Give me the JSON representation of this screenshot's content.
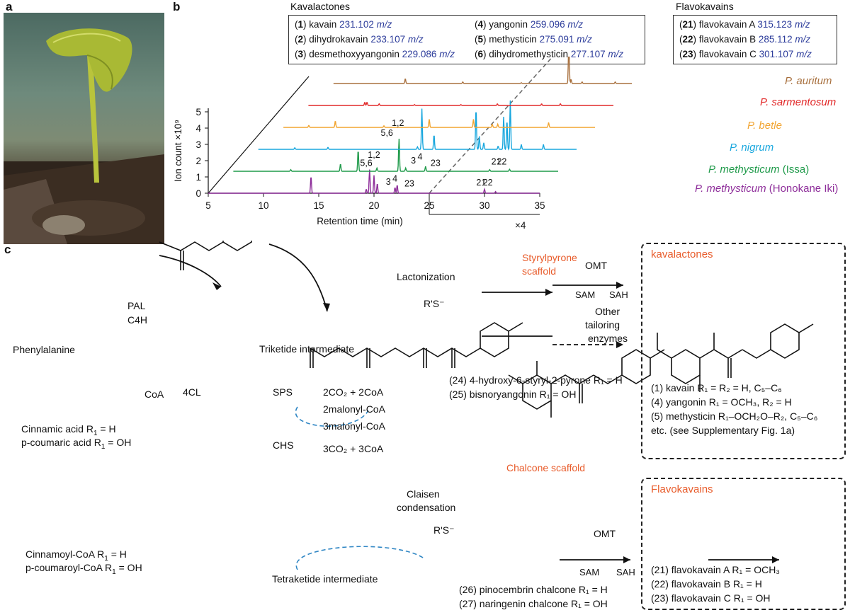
{
  "panels": {
    "a": "a",
    "b": "b",
    "c": "c"
  },
  "legend": {
    "kavalactones_title": "Kavalactones",
    "flavokavains_title": "Flavokavains",
    "kavalactones": [
      {
        "num": "1",
        "name": "kavain",
        "mz": "231.102"
      },
      {
        "num": "2",
        "name": "dihydrokavain",
        "mz": "233.107"
      },
      {
        "num": "3",
        "name": "desmethoxyyangonin",
        "mz": "229.086"
      },
      {
        "num": "4",
        "name": "yangonin",
        "mz": "259.096"
      },
      {
        "num": "5",
        "name": "methysticin",
        "mz": "275.091"
      },
      {
        "num": "6",
        "name": "dihydromethysticin",
        "mz": "277.107"
      }
    ],
    "flavokavains": [
      {
        "num": "21",
        "name": "flavokavain A",
        "mz": "315.123"
      },
      {
        "num": "22",
        "name": "flavokavain B",
        "mz": "285.112"
      },
      {
        "num": "23",
        "name": "flavokavain C",
        "mz": "301.107"
      }
    ],
    "mz_unit": "m/z"
  },
  "chart_data": {
    "type": "line",
    "xlabel": "Retention time (min)",
    "ylabel": "Ion count ×10⁹",
    "x_ticks": [
      "5",
      "10",
      "15",
      "20",
      "25",
      "30",
      "35"
    ],
    "y_ticks": [
      "0",
      "1",
      "2",
      "3",
      "4",
      "5"
    ],
    "xlim": [
      5,
      35
    ],
    "ylim": [
      0,
      5
    ],
    "zoom_label": "×4",
    "zoom_range": [
      25,
      35
    ],
    "series": [
      {
        "name": "P. methysticum (Honokane Iki)",
        "color": "#8e2e9a",
        "peaks": [
          [
            14.3,
            1.05
          ],
          [
            19.3,
            0.25
          ],
          [
            19.6,
            1.45
          ],
          [
            20.0,
            1.1
          ],
          [
            20.3,
            0.6
          ],
          [
            21.9,
            0.35
          ],
          [
            22.1,
            0.5
          ],
          [
            30.0,
            0.25
          ],
          [
            31.0,
            0.1
          ]
        ]
      },
      {
        "name": "P. methysticum (Issa)",
        "color": "#1f9a4a",
        "peaks": [
          [
            10.8,
            0.1
          ],
          [
            15.3,
            0.45
          ],
          [
            16.9,
            1.3
          ],
          [
            18.6,
            0.2
          ],
          [
            20.6,
            2.0
          ],
          [
            21.2,
            0.2
          ],
          [
            23.0,
            0.3
          ],
          [
            28.8,
            0.1
          ],
          [
            30.6,
            0.12
          ]
        ]
      },
      {
        "name": "P. nigrum",
        "color": "#19a7de",
        "peaks": [
          [
            9.5,
            0.1
          ],
          [
            12.5,
            0.12
          ],
          [
            20.6,
            0.15
          ],
          [
            21.0,
            2.5
          ],
          [
            22.1,
            0.9
          ],
          [
            25.9,
            2.5
          ],
          [
            26.2,
            0.8
          ],
          [
            26.6,
            0.4
          ],
          [
            27.9,
            0.2
          ],
          [
            28.4,
            2.0
          ],
          [
            28.7,
            1.8
          ],
          [
            29.0,
            3.0
          ],
          [
            30.0,
            0.3
          ],
          [
            32.0,
            0.3
          ]
        ]
      },
      {
        "name": "P. betle",
        "color": "#f2a531",
        "peaks": [
          [
            9.1,
            0.12
          ],
          [
            11.5,
            0.4
          ],
          [
            15.9,
            0.1
          ],
          [
            20.0,
            0.5
          ],
          [
            24.0,
            0.5
          ],
          [
            25.7,
            0.2
          ],
          [
            26.2,
            0.2
          ],
          [
            30.8,
            0.3
          ]
        ]
      },
      {
        "name": "P. sarmentosum",
        "color": "#e22a2a",
        "peaks": [
          [
            12.5,
            0.2
          ],
          [
            12.7,
            0.2
          ],
          [
            13.8,
            0.1
          ],
          [
            17.0,
            0.05
          ],
          [
            21.2,
            0.05
          ],
          [
            24.5,
            0.1
          ],
          [
            28.5,
            0.1
          ],
          [
            30.2,
            0.1
          ]
        ]
      },
      {
        "name": "P. auritum",
        "color": "#a8703e",
        "peaks": [
          [
            14.5,
            0.3
          ],
          [
            19.7,
            0.1
          ],
          [
            25.0,
            0.05
          ],
          [
            29.3,
            2.7
          ],
          [
            29.5,
            0.25
          ],
          [
            30.5,
            0.1
          ],
          [
            33.5,
            0.1
          ]
        ]
      }
    ],
    "peak_labels": {
      "p0": [
        "5,6",
        "1,2",
        "3",
        "4",
        "23",
        "21",
        "22"
      ],
      "p1": [
        "5,6",
        "1,2",
        "3",
        "4",
        "23",
        "21",
        "22"
      ]
    }
  },
  "trace_labels": [
    {
      "species": "P. auritum",
      "extra": ""
    },
    {
      "species": "P. sarmentosum",
      "extra": ""
    },
    {
      "species": "P. betle",
      "extra": ""
    },
    {
      "species": "P. nigrum",
      "extra": ""
    },
    {
      "species": "P. methysticum",
      "extra": "(Issa)"
    },
    {
      "species": "P. methysticum",
      "extra": "(Honokane Iki)"
    }
  ],
  "scheme": {
    "phenylalanine": "Phenylalanine",
    "pal": "PAL",
    "c4h": "C4H",
    "coa": "CoA",
    "fourcl": "4CL",
    "cinnamic1": "Cinnamic acid R",
    "cinnamic1_tail": " = H",
    "cinnamic2": "p-coumaric acid R",
    "cinnamic2_tail": " = OH",
    "cinnamoyl1": "Cinnamoyl-CoA R",
    "cinnamoyl1_tail": " = H",
    "cinnamoyl2": "p-coumaroyl-CoA R",
    "cinnamoyl2_tail": " = OH",
    "sps": "SPS",
    "chs": "CHS",
    "sps_products": "2CO₂ + 2CoA",
    "sps_reagent": "2malonyl-CoA",
    "chs_reagent": "3malonyl-CoA",
    "chs_products": "3CO₂ + 3CoA",
    "triketide": "Triketide intermediate",
    "tetraketide": "Tetraketide intermediate",
    "lactonization": "Lactonization",
    "rs_leaving": "R'S⁻",
    "claisen1": "Claisen",
    "claisen2": "condensation",
    "styrylpyrone_1": "Styrylpyrone",
    "styrylpyrone_2": "scaffold",
    "chalcone_scaffold": "Chalcone scaffold",
    "omt": "OMT",
    "sam": "SAM",
    "sah": "SAH",
    "other1": "Other",
    "other2": "tailoring",
    "other3": "enzymes",
    "kavalactones_box": "kavalactones",
    "flavokavains_box": "Flavokavains",
    "cmp24": "(24) 4-hydroxy-6-styryl-2-pyrone R₁ = H",
    "cmp25": "(25) bisnoryangonin R₁ = OH",
    "cmp26": "(26) pinocembrin chalcone R₁ = H",
    "cmp27": "(27) naringenin chalcone R₁ = OH",
    "kv1": "(1) kavain R₁ = R₂ = H, C₅–C₆",
    "kv4": "(4) yangonin R₁ = OCH₃, R₂ = H",
    "kv5": "(5) methysticin R₁–OCH₂O–R₂, C₅–C₆",
    "kv_etc": "etc. (see Supplementary Fig. 1a)",
    "fk21": "(21) flavokavain A R₁ = OCH₃",
    "fk22": "(22) flavokavain B R₁ = H",
    "fk23": "(23) flavokavain C R₁ = OH"
  }
}
